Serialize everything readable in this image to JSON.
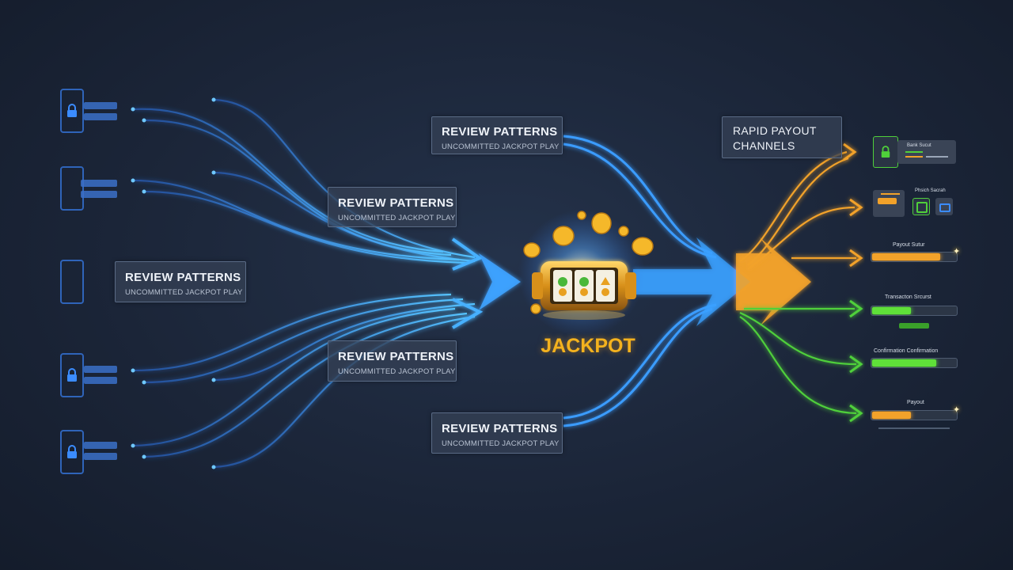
{
  "review_boxes": [
    {
      "title": "REVIEW PATTERNS",
      "subtitle": "UNCOMMITTED JACKPOT PLAY"
    },
    {
      "title": "REVIEW PATTERNS",
      "subtitle": "UNCOMMITTED JACKPOT PLAY"
    },
    {
      "title": "REVIEW PATTERNS",
      "subtitle": "UNCOMMITTED JACKPOT PLAY"
    },
    {
      "title": "REVIEW PATTERNS",
      "subtitle": "UNCOMMITTED JACKPOT PLAY"
    },
    {
      "title": "REVIEW PATTERNS",
      "subtitle": "UNCOMMITTED JACKPOT PLAY"
    }
  ],
  "payout_title_line1": "RAPID PAYOUT",
  "payout_title_line2": "CHANNELS",
  "center_label": "JACKPOT",
  "channels": [
    {
      "label": "Bank Sucut",
      "color": "#4fd03a"
    },
    {
      "label": "Phsich Sacrah",
      "color": "#f2a22a"
    },
    {
      "label": "Payout Sutur",
      "color": "#f2a22a",
      "progress": 0.8
    },
    {
      "label": "Transacton Srcurst",
      "color": "#5fe039",
      "progress": 0.45
    },
    {
      "label": "Confirmation Confirmation",
      "color": "#5fe039",
      "progress": 0.75
    },
    {
      "label": "Payout",
      "color": "#f2a22a",
      "progress": 0.45
    }
  ],
  "colors": {
    "blue": "#2f8cff",
    "orange": "#f2a22a",
    "green": "#4fd03a",
    "gold": "#f4b21e",
    "background": "#1b2538"
  },
  "icons": [
    "phone-icon",
    "lock-icon",
    "slot-machine-icon",
    "coin-icon",
    "wallet-icon",
    "sparkle-icon"
  ]
}
